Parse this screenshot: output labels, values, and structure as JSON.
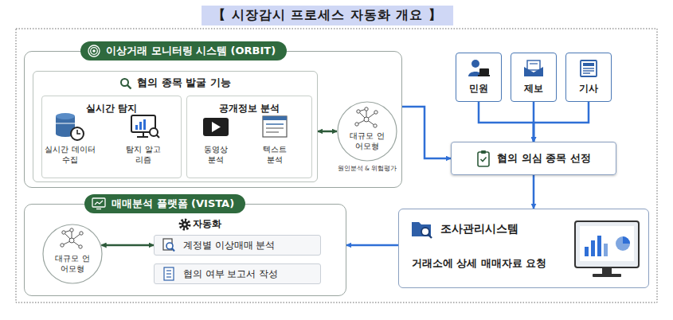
{
  "diagram": {
    "title": "【 시장감시 프로세스 자동화 개요 】",
    "nodes": [
      {
        "text": [
          "이상거래 모니터링 시스템 (ORBIT)"
        ]
      },
      {
        "text": [
          "협의 종목 발굴 기능"
        ],
        "in": 0
      },
      {
        "text": [
          "실시간 탐지"
        ],
        "in": 1
      },
      {
        "text": [
          "공개정보 분석"
        ],
        "in": 1
      },
      {
        "text": [
          "대규모 언어모형",
          "원인분석 & 위험평가"
        ],
        "in": 0
      },
      {
        "text": [
          "민원"
        ]
      },
      {
        "text": [
          "제보"
        ]
      },
      {
        "text": [
          "기사"
        ]
      },
      {
        "text": [
          "협의 의심 종목 선정"
        ]
      },
      {
        "text": [
          "조사관리시스템",
          "거래소에 상세 매매자료 요청"
        ]
      },
      {
        "text": [
          "매매분석 플랫폼 (VISTA)"
        ]
      },
      {
        "text": [
          "대규모 언어모형"
        ],
        "in": 10
      },
      {
        "text": [
          "계정별 이상매매 분석"
        ],
        "in": 10
      },
      {
        "text": [
          "협의 여부 보고서 작성"
        ],
        "in": 10
      }
    ],
    "edges": [
      {
        "from": 1,
        "to": 4,
        "arrow": "both"
      },
      {
        "from": 0,
        "to": 8,
        "arrow": "to"
      },
      {
        "from": 5,
        "to": 8,
        "arrow": "to"
      },
      {
        "from": 6,
        "to": 8,
        "arrow": "to"
      },
      {
        "from": 7,
        "to": 8,
        "arrow": "to"
      },
      {
        "from": 8,
        "to": 9,
        "arrow": "to"
      },
      {
        "from": 9,
        "to": 10,
        "arrow": "to"
      },
      {
        "from": 11,
        "to": 12,
        "arrow": "both"
      }
    ],
    "labels": [
      "실시간 데이터 수집",
      "탐지 알고리즘",
      "동영상 분석",
      "텍스트 분석",
      "자동화"
    ]
  }
}
